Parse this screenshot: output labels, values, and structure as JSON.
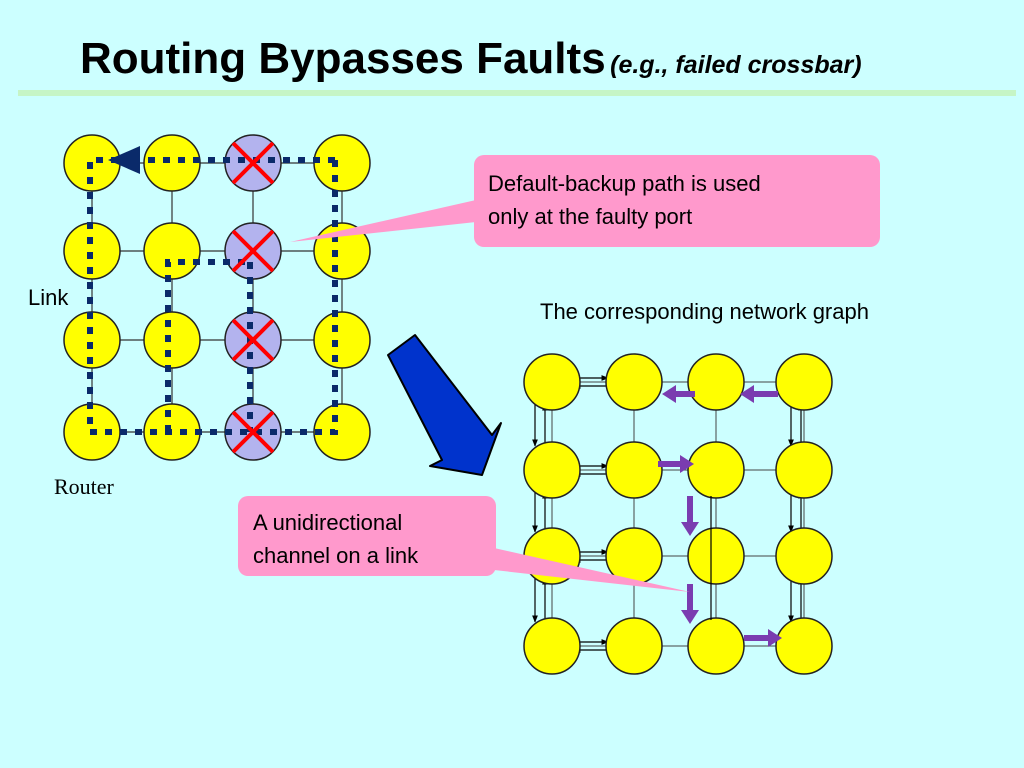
{
  "title": {
    "main": "Routing Bypasses Faults",
    "sub": "(e.g., failed crossbar)"
  },
  "labels": {
    "link": "Link",
    "router": "Router",
    "graph_caption": "The corresponding network graph"
  },
  "callouts": {
    "backup": [
      "Default-backup path is used",
      "only at the faulty port"
    ],
    "channel": [
      "A unidirectional",
      "channel on a link"
    ]
  },
  "colors": {
    "background": "#ccffff",
    "router": "#ffff00",
    "faulty_router": "#b3b3ee",
    "fault_mark": "#ff0000",
    "path": "#0a2a6a",
    "callout": "#ff99cc",
    "big_arrow": "#0033cc",
    "channel_arrow": "#7a3cb0"
  },
  "left_mesh": {
    "rows": 4,
    "cols": 4,
    "faulty_column": 2,
    "faulty_nodes": [
      [
        0,
        2
      ],
      [
        1,
        2
      ],
      [
        2,
        2
      ],
      [
        3,
        2
      ]
    ]
  },
  "right_graph": {
    "rows": 4,
    "cols": 4,
    "removed_column": 2
  }
}
